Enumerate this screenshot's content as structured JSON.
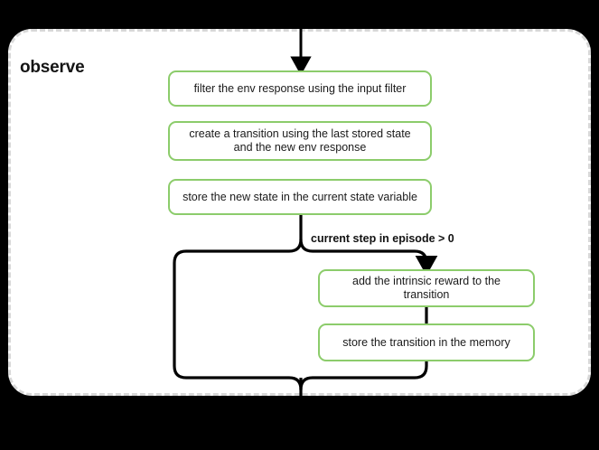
{
  "diagram": {
    "type": "flowchart",
    "background_color": "#000000",
    "container": {
      "title": "observe",
      "border_style": "dashed",
      "border_color": "#d8d8d8",
      "fill_color": "#ffffff"
    },
    "node_style": {
      "border_color": "#8ccc6b",
      "fill_color": "#ffffff",
      "text_color": "#1a1a1a"
    },
    "nodes": [
      {
        "id": "filter",
        "label": "filter the env response using the input filter"
      },
      {
        "id": "transition",
        "label": "create a transition using the last stored state and the new env response"
      },
      {
        "id": "store-state",
        "label": "store the new state in the current state variable"
      },
      {
        "id": "intrinsic",
        "label": "add the intrinsic reward to the transition"
      },
      {
        "id": "memory",
        "label": "store the transition in the memory"
      }
    ],
    "edge_labels": [
      {
        "id": "condition",
        "label": "current step in episode > 0"
      }
    ]
  }
}
